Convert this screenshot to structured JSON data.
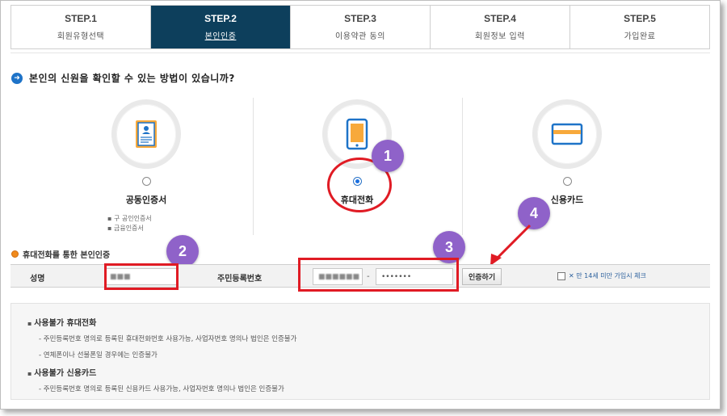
{
  "steps": [
    {
      "num": "STEP.1",
      "name": "회원유형선택",
      "active": false
    },
    {
      "num": "STEP.2",
      "name": "본인인증",
      "active": true
    },
    {
      "num": "STEP.3",
      "name": "이용약관 동의",
      "active": false
    },
    {
      "num": "STEP.4",
      "name": "회원정보 입력",
      "active": false
    },
    {
      "num": "STEP.5",
      "name": "가입완료",
      "active": false
    }
  ],
  "question": {
    "icon": "arrow-right-icon",
    "text": "본인의 신원을 확인할 수 있는 방법이 있습니까?"
  },
  "methods": [
    {
      "label": "공동인증서",
      "icon": "certificate-icon",
      "selected": false,
      "notes": [
        "구 공인인증서",
        "금융인증서"
      ]
    },
    {
      "label": "휴대전화",
      "icon": "mobile-phone-icon",
      "selected": true
    },
    {
      "label": "신용카드",
      "icon": "credit-card-icon",
      "selected": false
    }
  ],
  "section": {
    "title": "휴대전화를 통한 본인인증"
  },
  "form": {
    "name_label": "성명",
    "name_value": "■■■",
    "rrn_label": "주민등록번호",
    "rrn_front": "■■■■■■",
    "rrn_dash": "-",
    "rrn_back": "•••••••",
    "verify_button": "인증하기",
    "under14_label": "만 14세 미만 가입시 체크"
  },
  "badges": [
    "1",
    "2",
    "3",
    "4"
  ],
  "info": {
    "groups": [
      {
        "heading": "사용불가 휴대전화",
        "lines": [
          "주민등록번호 명의로 등록된 휴대전화번호 사용가능, 사업자번호 명의나 법인은 인증불가",
          "연체폰이나 선불폰일 경우에는 인증불가"
        ]
      },
      {
        "heading": "사용불가 신용카드",
        "lines": [
          "주민등록번호 명의로 등록된 신용카드 사용가능, 사업자번호 명의나 법인은 인증불가"
        ]
      }
    ]
  },
  "colors": {
    "active_step": "#0d3f5c",
    "annotation_red": "#e01b24",
    "badge_purple": "#8f62c9",
    "accent_blue": "#1e73c8"
  }
}
